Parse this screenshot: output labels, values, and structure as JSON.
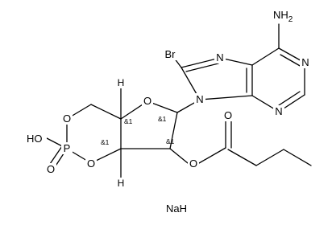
{
  "molecule": {
    "atoms": {
      "br": "Br",
      "n7": "N",
      "n9": "N",
      "n1": "N",
      "n3": "N",
      "nh2": "NH",
      "nh2_sub": "2",
      "o_ring": "O",
      "o_p1": "O",
      "o_p2": "O",
      "p": "P",
      "ho": "HO",
      "o_pdouble": "O",
      "o_ester": "O",
      "o_carbonyl": "O",
      "h_top": "H",
      "h_bottom": "H"
    },
    "stereo": {
      "c4p": "&1",
      "c1p": "&1",
      "c3p": "&1",
      "c2p": "&1"
    },
    "counterion": "NaH"
  }
}
